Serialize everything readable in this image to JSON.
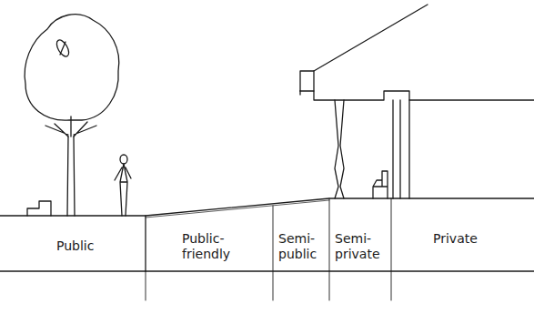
{
  "diagram": {
    "labels": [
      "Public",
      "Public-friendly",
      "Semi-public",
      "Semi-private",
      "Private"
    ]
  }
}
